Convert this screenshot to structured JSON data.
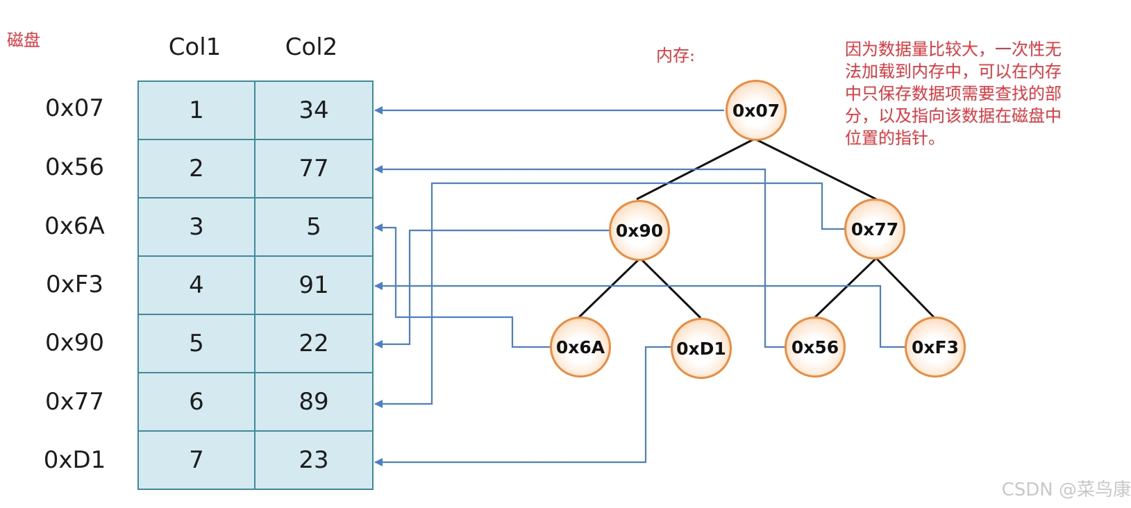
{
  "disk": {
    "label": "磁盘",
    "columns": [
      "Col1",
      "Col2"
    ],
    "rows": [
      {
        "address": "0x07",
        "col1": "1",
        "col2": "34"
      },
      {
        "address": "0x56",
        "col1": "2",
        "col2": "77"
      },
      {
        "address": "0x6A",
        "col1": "3",
        "col2": "5"
      },
      {
        "address": "0xF3",
        "col1": "4",
        "col2": "91"
      },
      {
        "address": "0x90",
        "col1": "5",
        "col2": "22"
      },
      {
        "address": "0x77",
        "col1": "6",
        "col2": "89"
      },
      {
        "address": "0xD1",
        "col1": "7",
        "col2": "23"
      }
    ]
  },
  "memory": {
    "label": "内存:",
    "nodes": {
      "root": "0x07",
      "left": "0x90",
      "right": "0x77",
      "left_left": "0x6A",
      "left_right": "0xD1",
      "right_left": "0x56",
      "right_right": "0xF3"
    }
  },
  "note": "因为数据量比较大，一次性无\n法加载到内存中，可以在内存\n中只保存数据项需要查找的部\n分，以及指向该数据在磁盘中\n位置的指针。",
  "watermark": "CSDN @菜鸟康",
  "colors": {
    "annotation": "#e8343a",
    "cell_fill": "#d4eaf0",
    "cell_border": "#3f8a99",
    "pointer_line": "#4a7fcf",
    "node_border": "#ee8a3c",
    "tree_edge": "#111111"
  }
}
